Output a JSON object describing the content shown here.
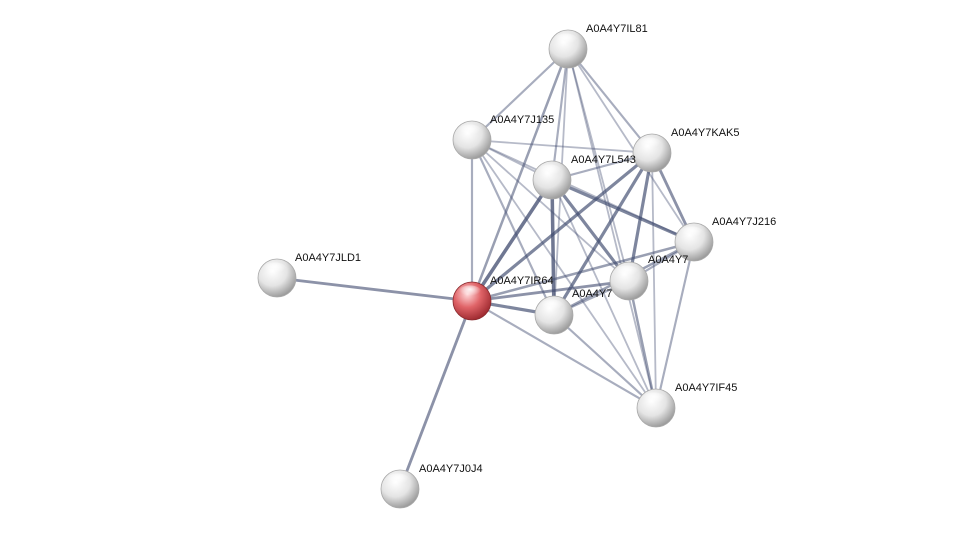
{
  "network": {
    "nodes": [
      {
        "id": "IL81",
        "label": "A0A4Y7IL81",
        "query": false
      },
      {
        "id": "J135",
        "label": "A0A4Y7J135",
        "query": false
      },
      {
        "id": "KAK5",
        "label": "A0A4Y7KAK5",
        "query": false
      },
      {
        "id": "L543",
        "label": "A0A4Y7L543",
        "query": false
      },
      {
        "id": "J216",
        "label": "A0A4Y7J216",
        "query": false
      },
      {
        "id": "JLD1",
        "label": "A0A4Y7JLD1",
        "query": false
      },
      {
        "id": "X31",
        "label": "A0A4Y7",
        "query": false
      },
      {
        "id": "IR64",
        "label": "A0A4Y7IR64",
        "query": true
      },
      {
        "id": "X2",
        "label": "A0A4Y7",
        "query": false
      },
      {
        "id": "IF45",
        "label": "A0A4Y7IF45",
        "query": false
      },
      {
        "id": "J0J4",
        "label": "A0A4Y7J0J4",
        "query": false
      }
    ],
    "edges": [
      {
        "s": "IL81",
        "t": "J135",
        "w": 0.4
      },
      {
        "s": "IL81",
        "t": "L543",
        "w": 0.4
      },
      {
        "s": "IL81",
        "t": "KAK5",
        "w": 0.4
      },
      {
        "s": "IL81",
        "t": "J216",
        "w": 0.3
      },
      {
        "s": "IL81",
        "t": "IR64",
        "w": 0.5
      },
      {
        "s": "IL81",
        "t": "X2",
        "w": 0.3
      },
      {
        "s": "IL81",
        "t": "X31",
        "w": 0.3
      },
      {
        "s": "IL81",
        "t": "IF45",
        "w": 0.3
      },
      {
        "s": "J135",
        "t": "L543",
        "w": 0.3
      },
      {
        "s": "J135",
        "t": "KAK5",
        "w": 0.3
      },
      {
        "s": "J135",
        "t": "IR64",
        "w": 0.4
      },
      {
        "s": "J135",
        "t": "X31",
        "w": 0.3
      },
      {
        "s": "J135",
        "t": "J216",
        "w": 0.3
      },
      {
        "s": "J135",
        "t": "IF45",
        "w": 0.3
      },
      {
        "s": "J135",
        "t": "X2",
        "w": 0.4
      },
      {
        "s": "KAK5",
        "t": "L543",
        "w": 0.4
      },
      {
        "s": "KAK5",
        "t": "IR64",
        "w": 0.7
      },
      {
        "s": "KAK5",
        "t": "J216",
        "w": 0.6
      },
      {
        "s": "KAK5",
        "t": "X31",
        "w": 0.7
      },
      {
        "s": "KAK5",
        "t": "X2",
        "w": 0.7
      },
      {
        "s": "KAK5",
        "t": "IF45",
        "w": 0.3
      },
      {
        "s": "L543",
        "t": "IR64",
        "w": 0.8
      },
      {
        "s": "L543",
        "t": "X2",
        "w": 0.8
      },
      {
        "s": "L543",
        "t": "X31",
        "w": 0.7
      },
      {
        "s": "L543",
        "t": "J216",
        "w": 0.7
      },
      {
        "s": "L543",
        "t": "IF45",
        "w": 0.3
      },
      {
        "s": "J216",
        "t": "IR64",
        "w": 0.5
      },
      {
        "s": "J216",
        "t": "X31",
        "w": 0.4
      },
      {
        "s": "J216",
        "t": "X2",
        "w": 0.5
      },
      {
        "s": "J216",
        "t": "IF45",
        "w": 0.4
      },
      {
        "s": "IR64",
        "t": "JLD1",
        "w": 0.6
      },
      {
        "s": "IR64",
        "t": "J0J4",
        "w": 0.6
      },
      {
        "s": "IR64",
        "t": "X31",
        "w": 0.6
      },
      {
        "s": "IR64",
        "t": "X2",
        "w": 0.7
      },
      {
        "s": "IR64",
        "t": "IF45",
        "w": 0.4
      },
      {
        "s": "X31",
        "t": "X2",
        "w": 0.4
      },
      {
        "s": "X31",
        "t": "IF45",
        "w": 0.5
      },
      {
        "s": "X2",
        "t": "IF45",
        "w": 0.4
      }
    ],
    "colors": {
      "edge": "#3f4a6e",
      "node_default": "#d8d8d8",
      "node_query": "#d9545b"
    }
  }
}
